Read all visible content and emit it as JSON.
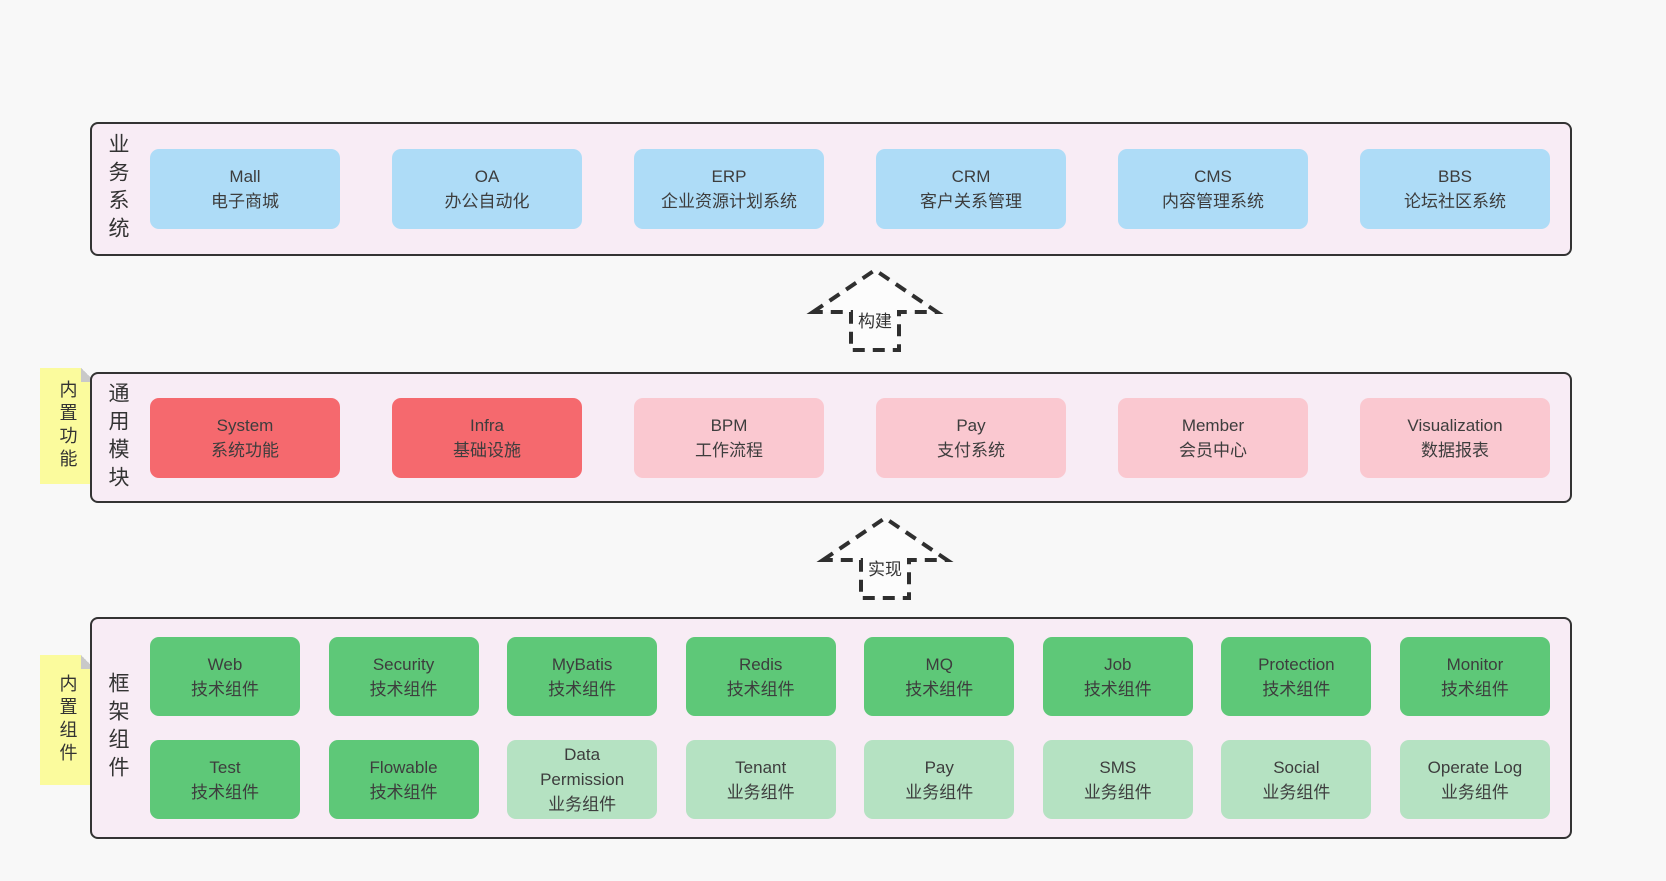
{
  "page": {
    "background": "#f8f8f8"
  },
  "colors": {
    "band_background": "#f8ecf5",
    "band_border": "#333333",
    "blue_node": "#aedcf7",
    "red_node": "#f5696e",
    "pink_node": "#fac8d0",
    "green_node": "#5ec878",
    "light_green_node": "#b5e2c2",
    "sticky_yellow": "#fbfb9d",
    "text": "#3d3d3d"
  },
  "arrows": [
    {
      "label": "构建"
    },
    {
      "label": "实现"
    }
  ],
  "bands": [
    {
      "label": "业务系统",
      "rows": [
        [
          {
            "title": "Mall",
            "subtitle": "电子商城"
          },
          {
            "title": "OA",
            "subtitle": "办公自动化"
          },
          {
            "title": "ERP",
            "subtitle": "企业资源计划系统"
          },
          {
            "title": "CRM",
            "subtitle": "客户关系管理"
          },
          {
            "title": "CMS",
            "subtitle": "内容管理系统"
          },
          {
            "title": "BBS",
            "subtitle": "论坛社区系统"
          }
        ]
      ]
    },
    {
      "label": "通用模块",
      "sticky": "内置功能",
      "rows": [
        [
          {
            "title": "System",
            "subtitle": "系统功能"
          },
          {
            "title": "Infra",
            "subtitle": "基础设施"
          },
          {
            "title": "BPM",
            "subtitle": "工作流程"
          },
          {
            "title": "Pay",
            "subtitle": "支付系统"
          },
          {
            "title": "Member",
            "subtitle": "会员中心"
          },
          {
            "title": "Visualization",
            "subtitle": "数据报表"
          }
        ]
      ]
    },
    {
      "label": "框架组件",
      "sticky": "内置组件",
      "rows": [
        [
          {
            "title": "Web",
            "subtitle": "技术组件"
          },
          {
            "title": "Security",
            "subtitle": "技术组件"
          },
          {
            "title": "MyBatis",
            "subtitle": "技术组件"
          },
          {
            "title": "Redis",
            "subtitle": "技术组件"
          },
          {
            "title": "MQ",
            "subtitle": "技术组件"
          },
          {
            "title": "Job",
            "subtitle": "技术组件"
          },
          {
            "title": "Protection",
            "subtitle": "技术组件"
          },
          {
            "title": "Monitor",
            "subtitle": "技术组件"
          }
        ],
        [
          {
            "title": "Test",
            "subtitle": "技术组件"
          },
          {
            "title": "Flowable",
            "subtitle": "技术组件"
          },
          {
            "title": "Data Permission",
            "subtitle": "业务组件"
          },
          {
            "title": "Tenant",
            "subtitle": "业务组件"
          },
          {
            "title": "Pay",
            "subtitle": "业务组件"
          },
          {
            "title": "SMS",
            "subtitle": "业务组件"
          },
          {
            "title": "Social",
            "subtitle": "业务组件"
          },
          {
            "title": "Operate Log",
            "subtitle": "业务组件"
          }
        ]
      ]
    }
  ]
}
